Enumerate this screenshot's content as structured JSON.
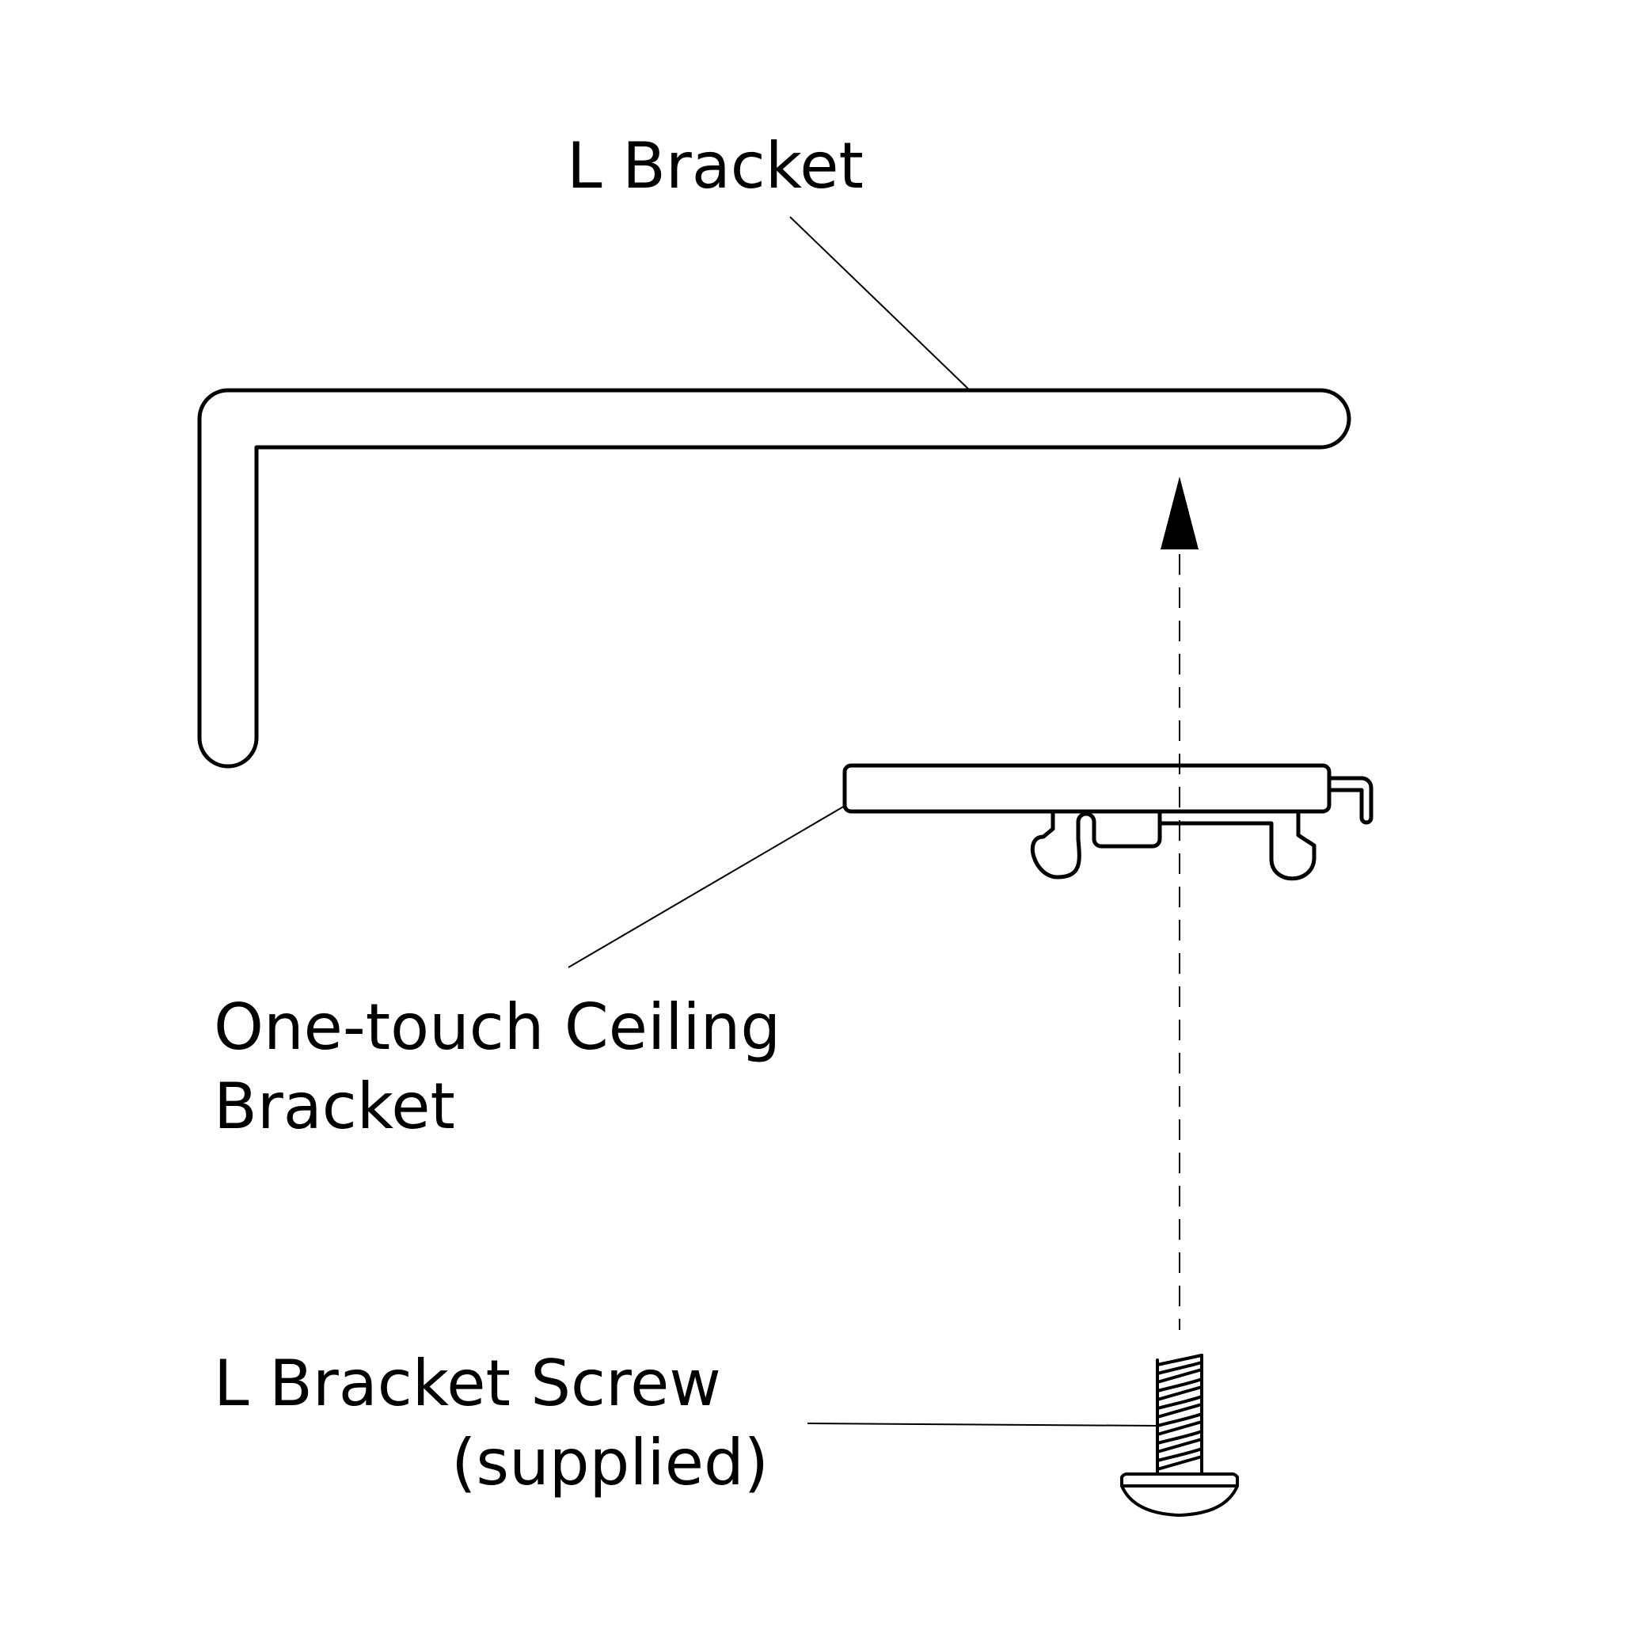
{
  "labels": {
    "l_bracket": "L Bracket",
    "ceiling_bracket_line1": "One-touch Ceiling",
    "ceiling_bracket_line2": "Bracket",
    "screw_line1": "L Bracket Screw",
    "screw_line2": "(supplied)"
  },
  "colors": {
    "stroke": "#000000",
    "background": "#ffffff"
  }
}
